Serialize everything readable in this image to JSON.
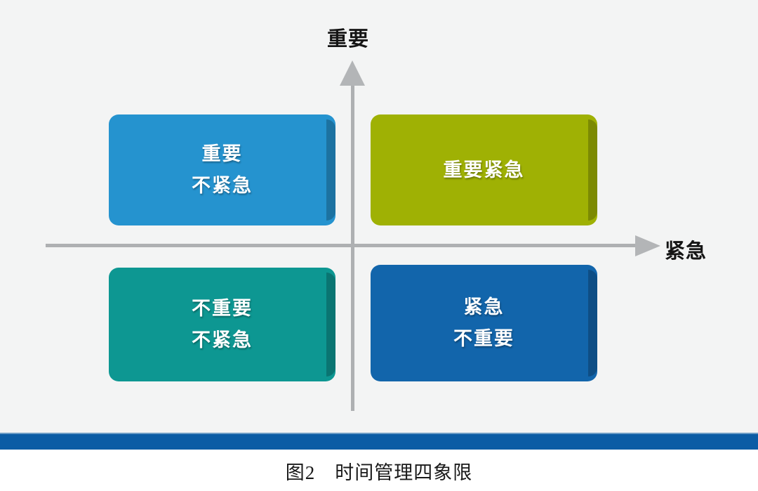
{
  "figure": {
    "caption": "图2　时间管理四象限",
    "background_color": "#f3f4f4",
    "rule_color": "#0b5ca5"
  },
  "axes": {
    "vertical": {
      "label": "重要",
      "icon": "arrow-up-icon",
      "color": "#aeb0b2"
    },
    "horizontal": {
      "label": "紧急",
      "icon": "arrow-right-icon",
      "color": "#aeb0b2"
    }
  },
  "chart_data": {
    "type": "diagram",
    "subtype": "2x2-matrix",
    "title": "图2　时间管理四象限",
    "xlabel": "紧急",
    "ylabel": "重要",
    "quadrants": [
      {
        "position": "top-left",
        "lines": [
          "重要",
          "不紧急"
        ],
        "color": "#2593cf",
        "important": true,
        "urgent": false
      },
      {
        "position": "top-right",
        "lines": [
          "重要紧急"
        ],
        "color": "#9fb104",
        "important": true,
        "urgent": true
      },
      {
        "position": "bottom-left",
        "lines": [
          "不重要",
          "不紧急"
        ],
        "color": "#0d9792",
        "important": false,
        "urgent": false
      },
      {
        "position": "bottom-right",
        "lines": [
          "紧急",
          "不重要"
        ],
        "color": "#1265ab",
        "important": false,
        "urgent": true
      }
    ]
  }
}
